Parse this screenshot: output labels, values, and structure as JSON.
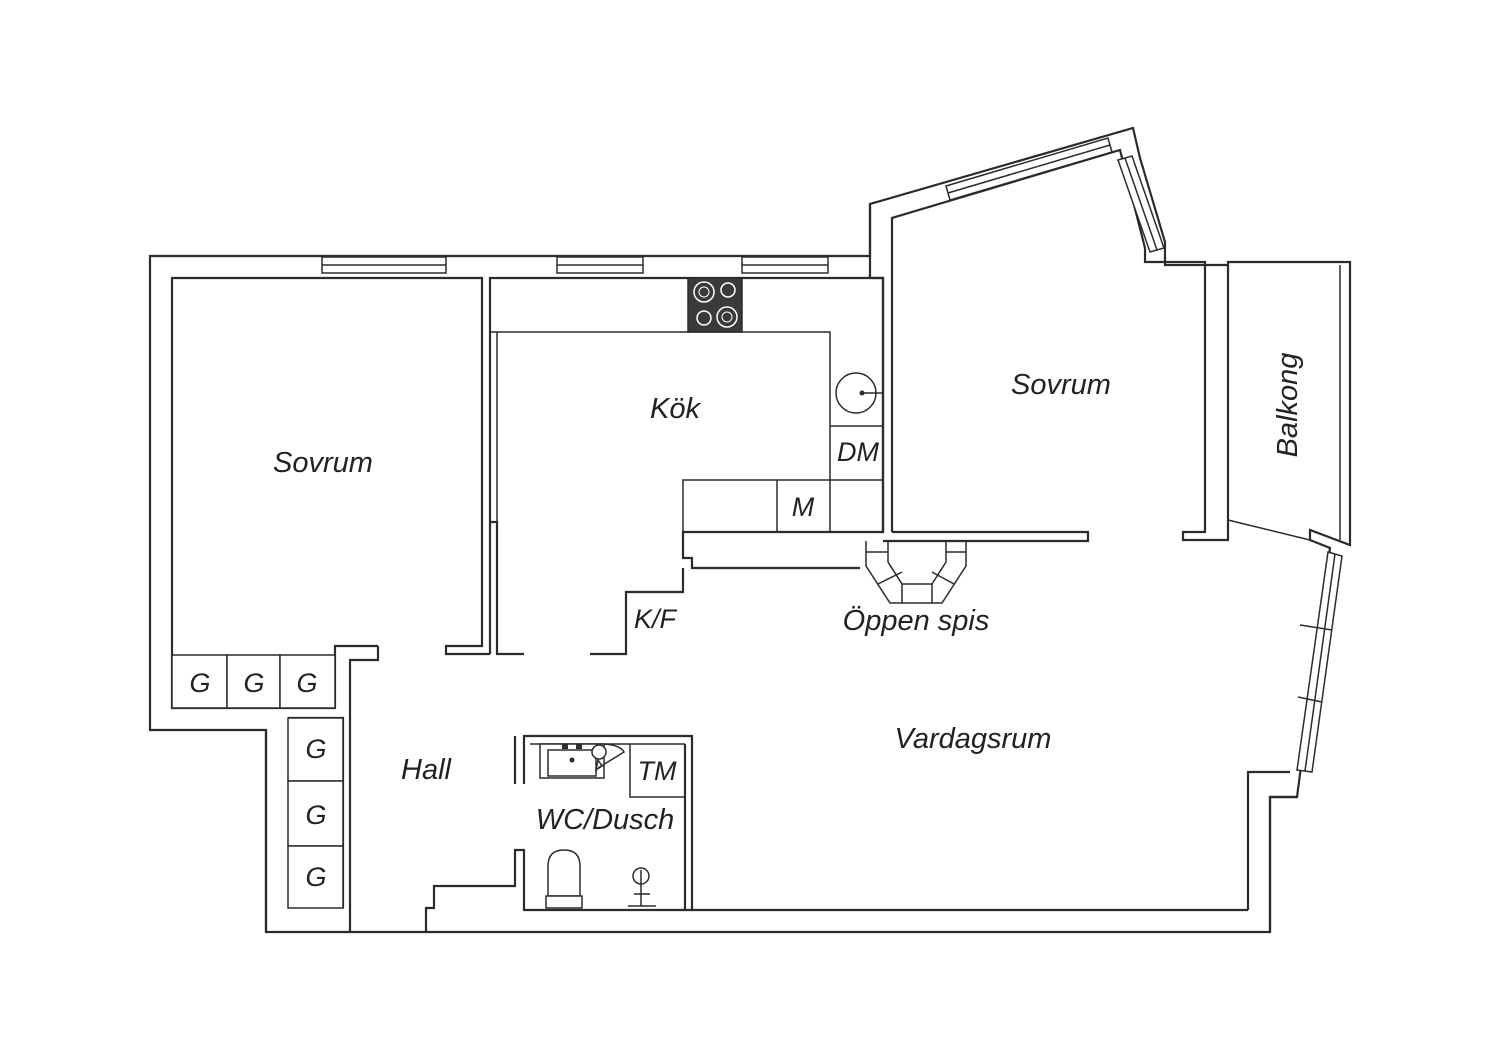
{
  "rooms": {
    "sovrum_left": "Sovrum",
    "kok": "Kök",
    "sovrum_right": "Sovrum",
    "balkong": "Balkong",
    "vardagsrum": "Vardagsrum",
    "hall": "Hall",
    "wc_dusch": "WC/Dusch",
    "oppen_spis": "Öppen spis"
  },
  "fixtures": {
    "dishwasher": "DM",
    "microwave": "M",
    "fridge_freezer": "K/F",
    "washing_machine": "TM",
    "wardrobe": "G"
  },
  "colors": {
    "line": "#2b2b2b",
    "stove": "#3a3a3a",
    "background": "#ffffff"
  }
}
